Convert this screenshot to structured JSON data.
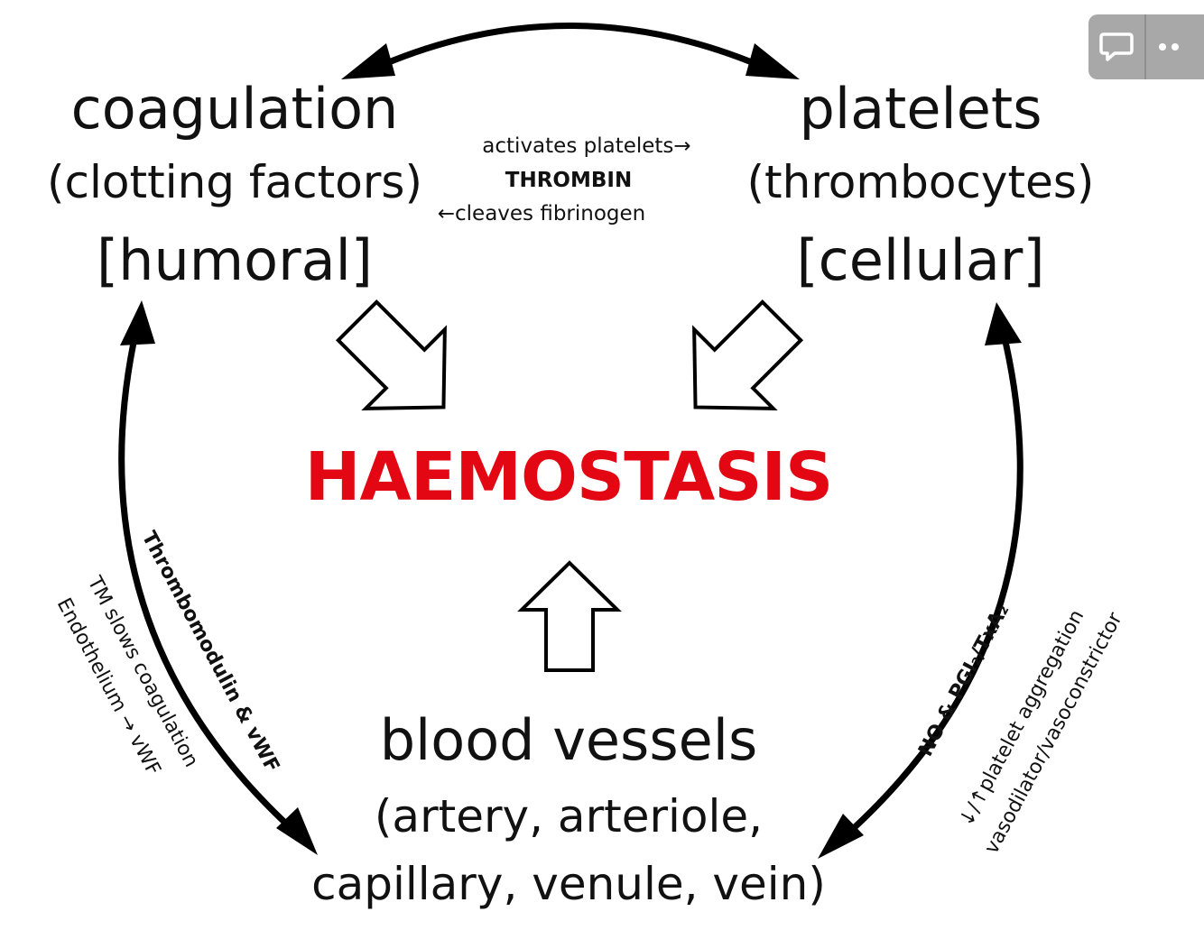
{
  "coagulation": {
    "title": "coagulation",
    "subtitle": "(clotting factors)",
    "type": "[humoral]"
  },
  "platelets": {
    "title": "platelets",
    "subtitle": "(thrombocytes)",
    "type": "[cellular]"
  },
  "thrombin": {
    "line1": "activates platelets→",
    "name": "THROMBIN",
    "line2": "←cleaves fibrinogen"
  },
  "center": {
    "label": "HAEMOSTASIS",
    "color": "#e30613"
  },
  "vessels": {
    "title": "blood vessels",
    "line1": "(artery, arteriole,",
    "line2": "capillary, venule, vein)"
  },
  "left_arc": {
    "bold_label": "Thrombomodulin & vWF",
    "line1": "TM slows coagulation",
    "line2": "Endothelium → vWF"
  },
  "right_arc": {
    "bold_label": "NO & PGI₂/TxA₂",
    "line1": "↓/↑platelet aggregation",
    "line2": "vasodilator/vasoconstrictor"
  },
  "toolbar": {
    "icons": [
      "comment-icon",
      "more-icon"
    ]
  }
}
